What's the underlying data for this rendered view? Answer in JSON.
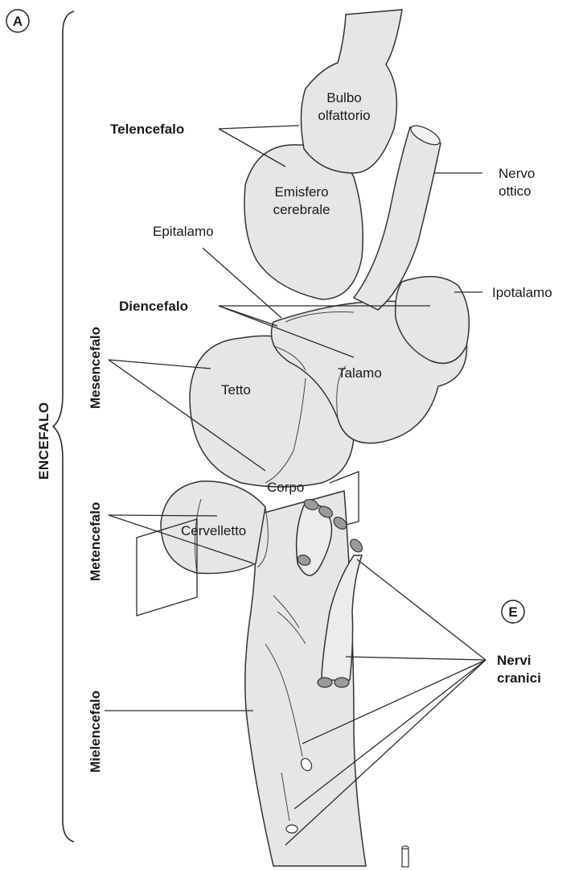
{
  "panel_letter_a": "A",
  "panel_letter_e": "E",
  "side_labels": {
    "encefalo": "ENCEFALO",
    "mesencefalo": "Mesencefalo",
    "metencefalo": "Metencefalo",
    "mielencefalo": "Mielencefalo"
  },
  "labels": {
    "bulbo_line1": "Bulbo",
    "bulbo_line2": "olfattorio",
    "telencefalo": "Telencefalo",
    "emisfero_line1": "Emisfero",
    "emisfero_line2": "cerebrale",
    "nervo_line1": "Nervo",
    "nervo_line2": "ottico",
    "epitalamo": "Epitalamo",
    "ipotalamo": "Ipotalamo",
    "diencefalo": "Diencefalo",
    "talamo": "Talamo",
    "tetto": "Tetto",
    "corpo": "Corpo",
    "cervelletto": "Cervelletto",
    "nervi_line1": "Nervi",
    "nervi_line2": "cranici"
  }
}
